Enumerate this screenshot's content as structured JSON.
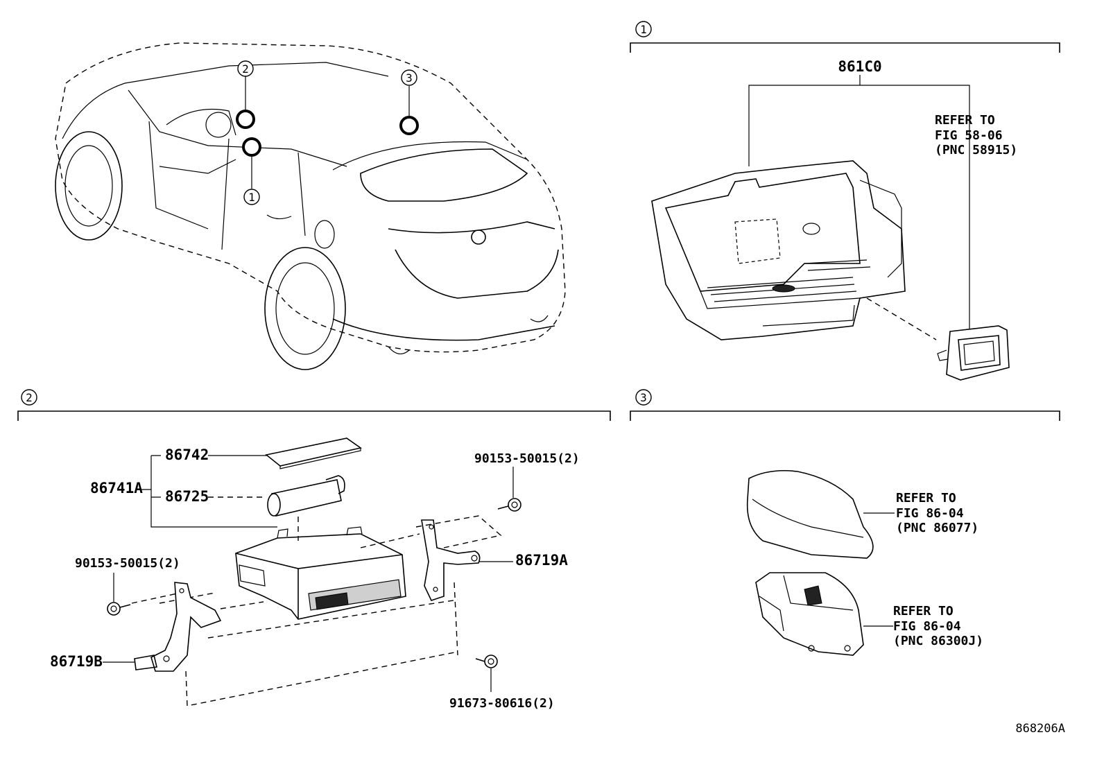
{
  "diagram_id": "868206A",
  "sections": {
    "s1": {
      "callout": "1",
      "part": "861C0",
      "refer": [
        "REFER TO",
        "FIG 58-06",
        "(PNC 58915)"
      ]
    },
    "s2": {
      "callout": "2",
      "parts": {
        "p86742": "86742",
        "p86725": "86725",
        "p86741A": "86741A",
        "p86719A": "86719A",
        "p86719B": "86719B",
        "bolt_top": "90153-50015(2)",
        "bolt_left": "90153-50015(2)",
        "bolt_bottom": "91673-80616(2)"
      }
    },
    "s3": {
      "callout": "3",
      "refer_a": [
        "REFER TO",
        "FIG 86-04",
        "(PNC 86077)"
      ],
      "refer_b": [
        "REFER TO",
        "FIG 86-04",
        "(PNC 86300J)"
      ]
    }
  },
  "car_callouts": [
    "2",
    "3",
    "1"
  ]
}
